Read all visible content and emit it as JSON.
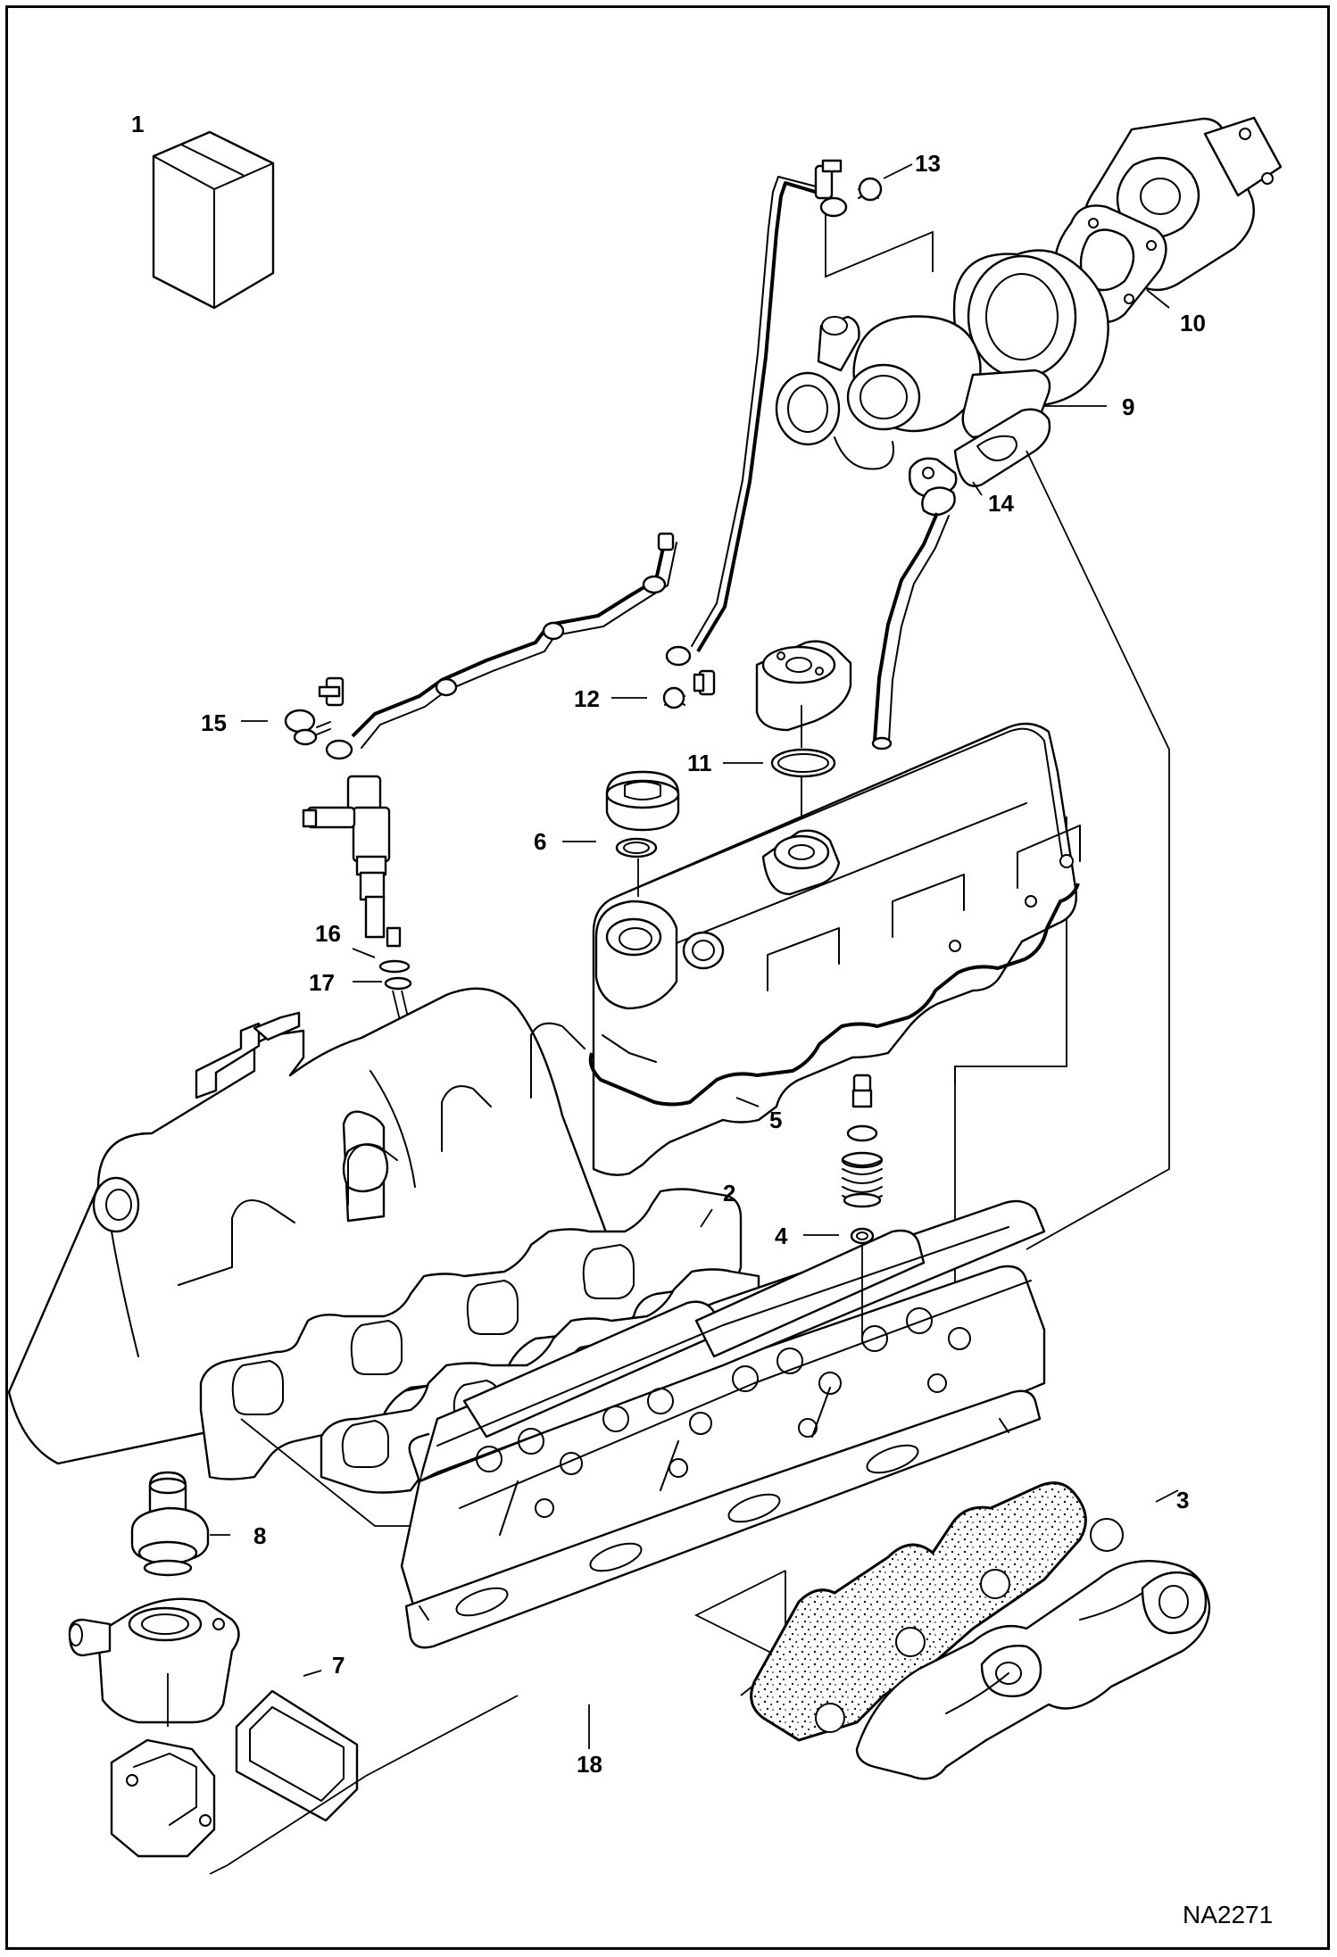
{
  "callouts": [
    {
      "id": "1",
      "text": "1"
    },
    {
      "id": "2",
      "text": "2"
    },
    {
      "id": "3",
      "text": "3"
    },
    {
      "id": "4",
      "text": "4"
    },
    {
      "id": "5",
      "text": "5"
    },
    {
      "id": "6",
      "text": "6"
    },
    {
      "id": "7",
      "text": "7"
    },
    {
      "id": "8",
      "text": "8"
    },
    {
      "id": "9",
      "text": "9"
    },
    {
      "id": "10",
      "text": "10"
    },
    {
      "id": "11",
      "text": "11"
    },
    {
      "id": "12",
      "text": "12"
    },
    {
      "id": "13",
      "text": "13"
    },
    {
      "id": "14",
      "text": "14"
    },
    {
      "id": "15",
      "text": "15"
    },
    {
      "id": "16",
      "text": "16"
    },
    {
      "id": "17",
      "text": "17"
    },
    {
      "id": "18",
      "text": "18"
    }
  ],
  "figure_code": "NA2271"
}
